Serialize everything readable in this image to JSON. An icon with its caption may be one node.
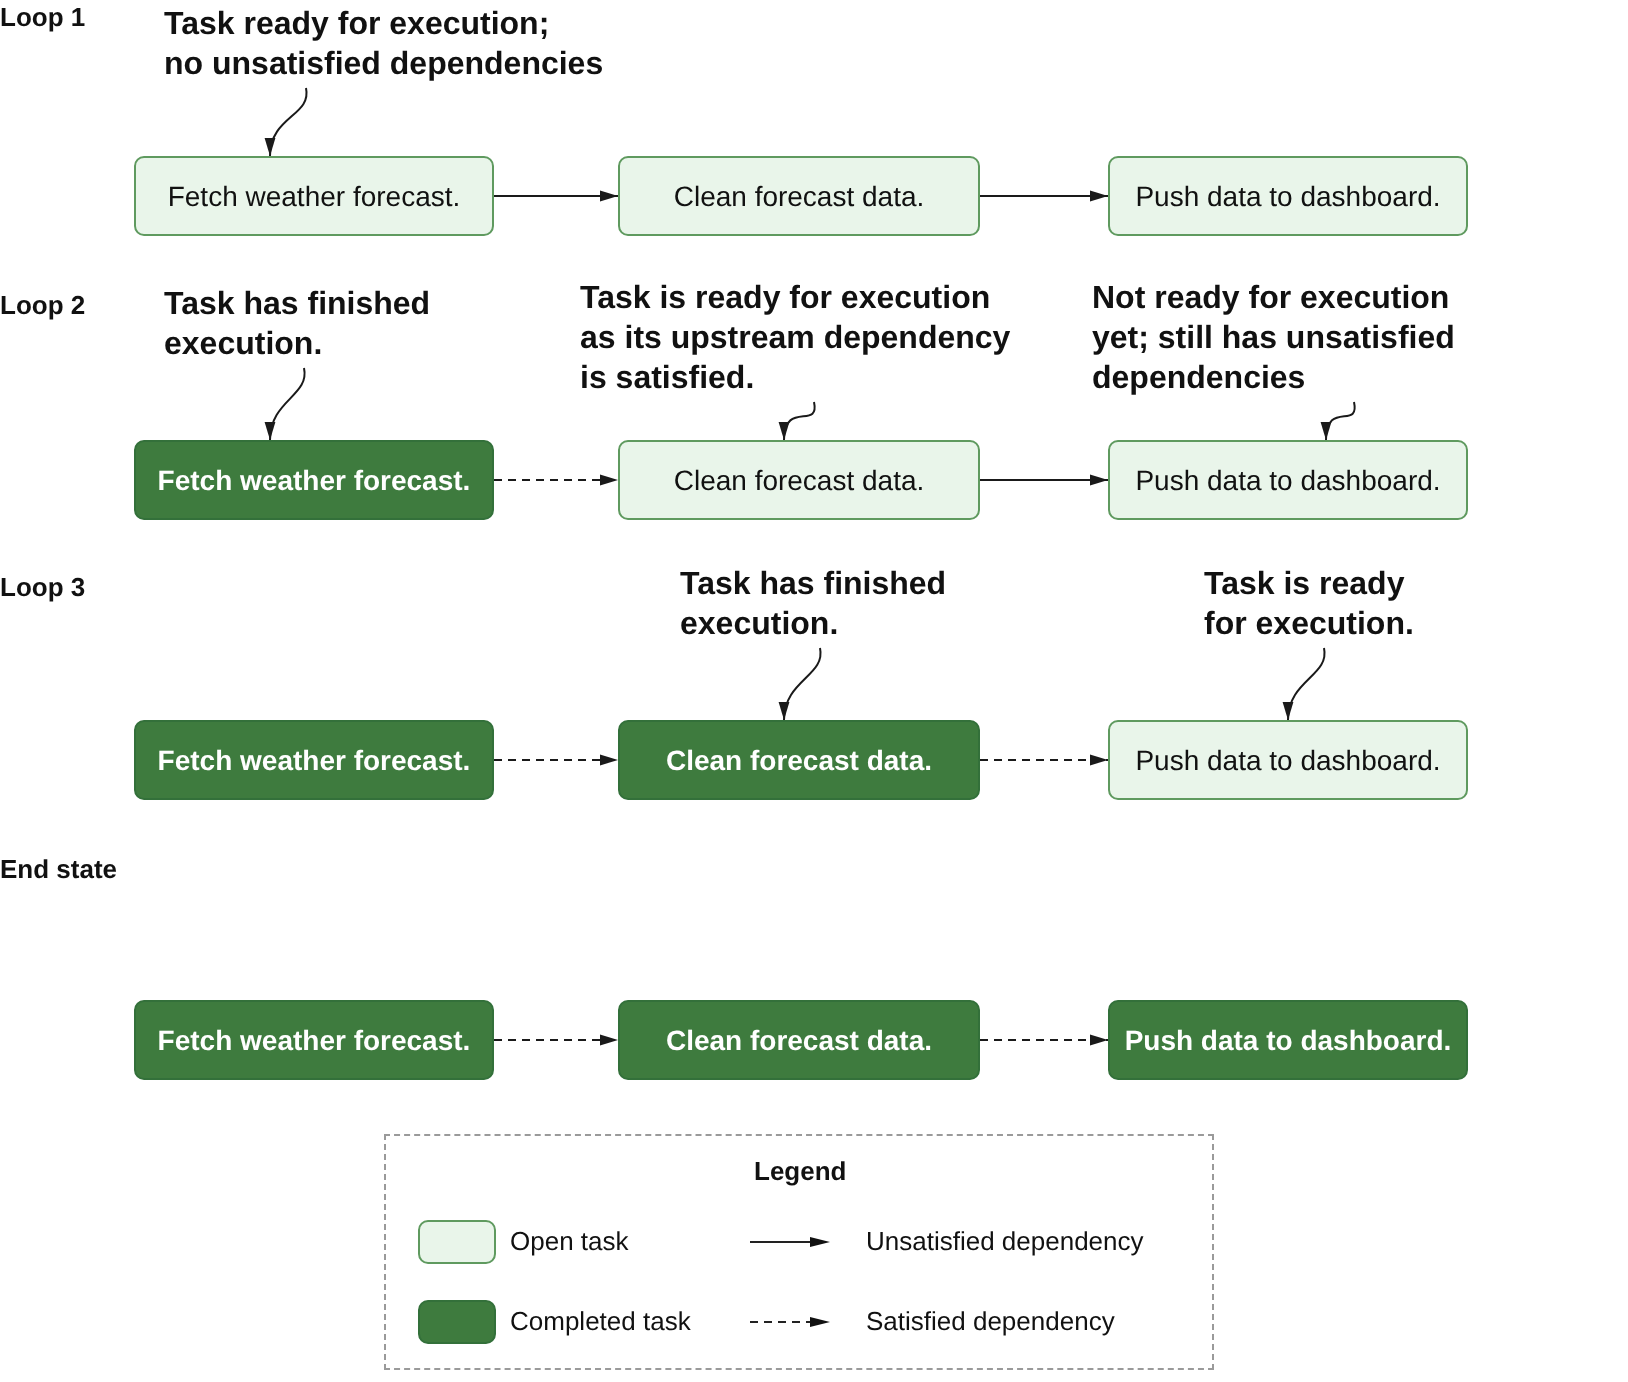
{
  "diagram": {
    "nodes": [
      {
        "text": [
          "Task ready for execution; no unsatisfied dependencies"
        ]
      },
      {
        "text": [
          "Fetch weather forecast."
        ]
      },
      {
        "text": [
          "Clean forecast data."
        ]
      },
      {
        "text": [
          "Push data to dashboard."
        ]
      },
      {
        "text": [
          "Task has finished execution."
        ]
      },
      {
        "text": [
          "Task is ready for execution as its upstream dependency is satisfied."
        ]
      },
      {
        "text": [
          "Not ready for execution yet; still has unsatisfied dependencies"
        ]
      },
      {
        "text": [
          "Fetch weather forecast."
        ]
      },
      {
        "text": [
          "Clean forecast data."
        ]
      },
      {
        "text": [
          "Push data to dashboard."
        ]
      },
      {
        "text": [
          "Task has finished execution."
        ]
      },
      {
        "text": [
          "Task is ready for execution."
        ]
      },
      {
        "text": [
          "Fetch weather forecast."
        ]
      },
      {
        "text": [
          "Clean forecast data."
        ]
      },
      {
        "text": [
          "Push data to dashboard."
        ]
      },
      {
        "text": [
          "Fetch weather forecast."
        ]
      },
      {
        "text": [
          "Clean forecast data."
        ]
      },
      {
        "text": [
          "Push data to dashboard."
        ]
      }
    ],
    "edges": [
      {
        "from": 0,
        "to": 1,
        "arrow": "to"
      },
      {
        "from": 1,
        "to": 2,
        "arrow": "to"
      },
      {
        "from": 2,
        "to": 3,
        "arrow": "to"
      },
      {
        "from": 4,
        "to": 7,
        "arrow": "to"
      },
      {
        "from": 5,
        "to": 8,
        "arrow": "to"
      },
      {
        "from": 6,
        "to": 9,
        "arrow": "to"
      },
      {
        "from": 7,
        "to": 8,
        "arrow": "to",
        "style": "dashed"
      },
      {
        "from": 8,
        "to": 9,
        "arrow": "to"
      },
      {
        "from": 10,
        "to": 13,
        "arrow": "to"
      },
      {
        "from": 11,
        "to": 14,
        "arrow": "to"
      },
      {
        "from": 12,
        "to": 13,
        "arrow": "to",
        "style": "dashed"
      },
      {
        "from": 13,
        "to": 14,
        "arrow": "to",
        "style": "dashed"
      },
      {
        "from": 15,
        "to": 16,
        "arrow": "to",
        "style": "dashed"
      },
      {
        "from": 16,
        "to": 17,
        "arrow": "to",
        "style": "dashed"
      }
    ],
    "labels": [
      "Loop 1",
      "Loop 2",
      "Loop 3",
      "End state",
      "Legend"
    ],
    "legend": [
      {
        "text": "Open task",
        "color": "#e9f5ea"
      },
      {
        "text": "Unsatisfied dependency"
      },
      {
        "text": "Completed task",
        "color": "#3e7b3e"
      },
      {
        "text": "Satisfied dependency"
      }
    ]
  }
}
